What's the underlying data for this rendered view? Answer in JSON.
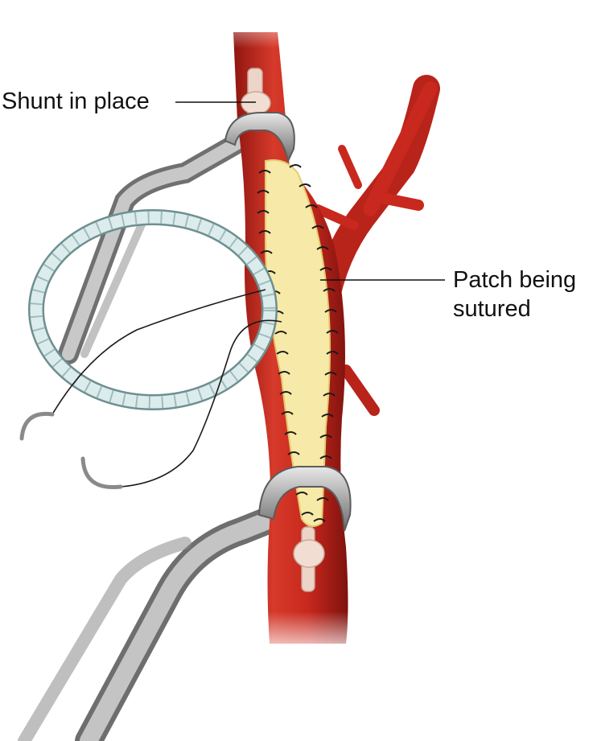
{
  "labels": {
    "shunt": "Shunt in place",
    "patch_line1": "Patch being",
    "patch_line2": "sutured"
  },
  "colors": {
    "artery": "#c8281d",
    "artery_dark": "#8f1510",
    "patch": "#f7e9a8",
    "clamp": "#9a9a9a",
    "shunt": "#e9c7b8",
    "vessel_loop": "#cfe0e0",
    "suture": "#1a1a1a"
  }
}
